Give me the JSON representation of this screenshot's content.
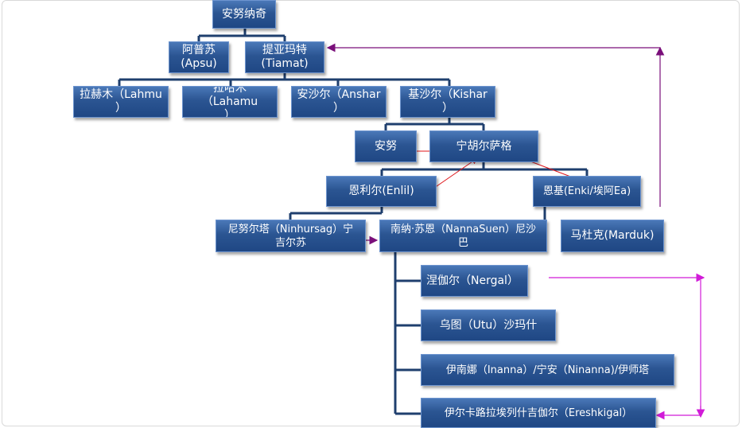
{
  "nodes": {
    "anunaki": "安努纳奇",
    "apsu": "阿普苏\n(Apsu)",
    "tiamat": "提亚玛特\n(Tiamat)",
    "lahmu": "拉赫木（Lahmu\n）",
    "lahamu": "拉哈木（Lahamu\n）",
    "anshar": "安沙尔（Anshar\n）",
    "kishar": "基沙尔（Kishar\n）",
    "anu": "安努",
    "ninhursag_top": "宁胡尔萨格",
    "enlil": "恩利尔(Enlil)",
    "enki": "恩基(Enki/埃阿Ea)",
    "ninhursag": "尼努尔塔（Ninhursag）宁\n吉尔苏",
    "nannasuen": "南纳·苏恩（NannaSuen）尼沙\n巴",
    "marduk": "马杜克(Marduk)",
    "nergal": "涅伽尔（Nergal）",
    "utu": "乌图（Utu）沙玛什",
    "inanna": "伊南娜（Inanna）/宁安（Ninanna)/伊师塔",
    "ereshkigal": "伊尔卡路拉埃列什吉伽尔（Ereshkigal）"
  },
  "colors": {
    "connector": "#1f3f6e",
    "red_arrow": "#e0161b",
    "purple_arrow": "#7a0f7a",
    "magenta_arrow": "#d11bd8"
  }
}
